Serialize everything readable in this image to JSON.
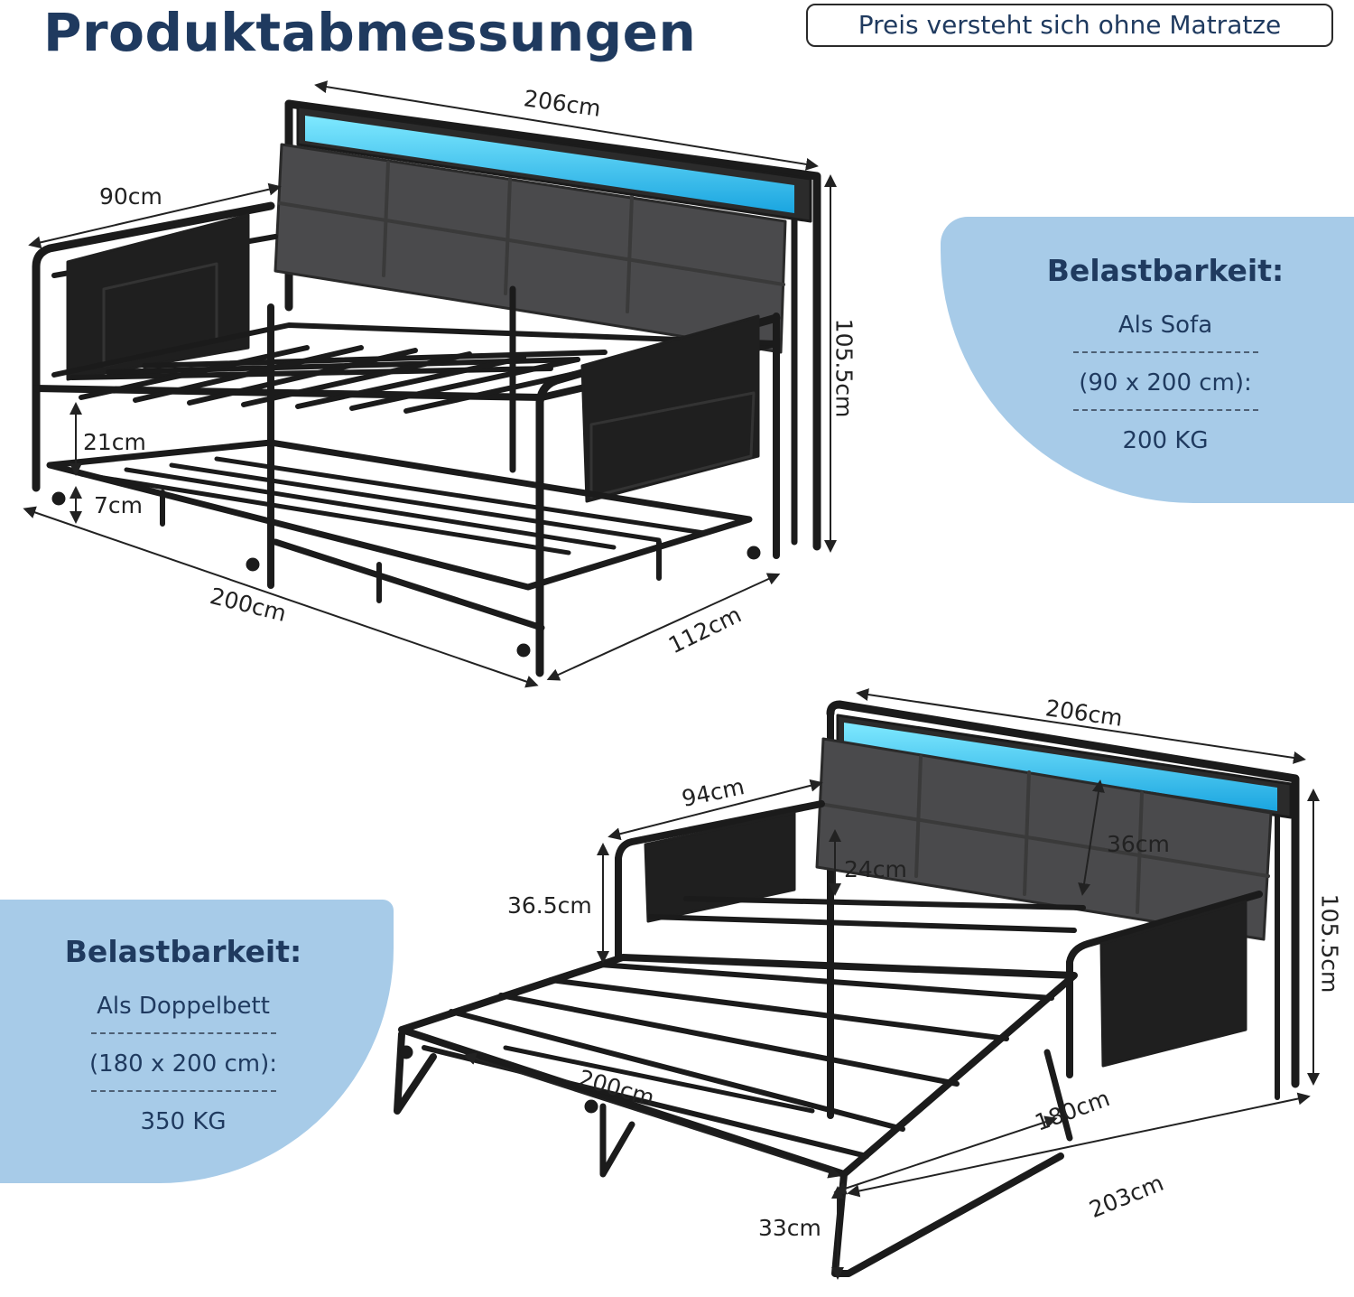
{
  "header": {
    "title": "Produktabmessungen",
    "note": "Preis versteht sich ohne Matratze"
  },
  "sofa_panel": {
    "heading": "Belastbarkeit:",
    "mode": "Als Sofa",
    "size": "(90 x 200 cm):",
    "load": "200 KG"
  },
  "bed_panel": {
    "heading": "Belastbarkeit:",
    "mode": "Als Doppelbett",
    "size": "(180 x 200 cm):",
    "load": "350 KG"
  },
  "sofa_dimensions": {
    "width": "206cm",
    "depth": "90cm",
    "height": "105.5cm",
    "clearance": "21cm",
    "trundle_clearance": "7cm",
    "length": "200cm",
    "extended_depth": "112cm"
  },
  "bed_dimensions": {
    "width": "206cm",
    "depth": "94cm",
    "armrest_height": "36.5cm",
    "rail_height": "24cm",
    "headboard_height": "36cm",
    "height": "105.5cm",
    "length": "200cm",
    "bed_width": "180cm",
    "total_length": "203cm",
    "leg_height": "33cm"
  },
  "colors": {
    "title": "#1f3a5f",
    "panel": "#a7cbe8",
    "frame": "#1b1b1b",
    "upholstery": "#4a4a4c",
    "led": "#35d7ff"
  }
}
